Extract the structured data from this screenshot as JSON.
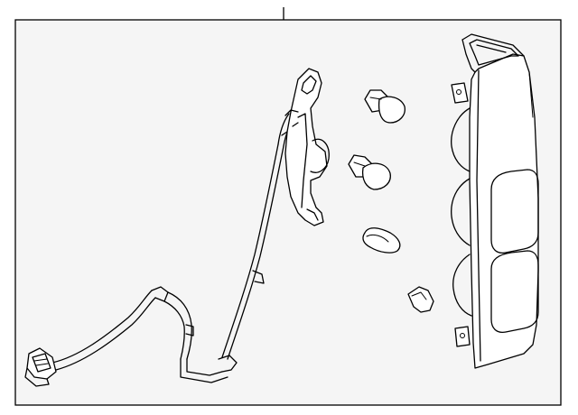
{
  "diagram": {
    "frame": {
      "background": "#f5f5f5",
      "border": "#000000"
    },
    "parts": [
      {
        "name": "wiring-harness"
      },
      {
        "name": "bulb-socket"
      },
      {
        "name": "bulb"
      },
      {
        "name": "bulb"
      },
      {
        "name": "bulb"
      },
      {
        "name": "bulb"
      },
      {
        "name": "tail-lamp-assembly"
      }
    ]
  }
}
